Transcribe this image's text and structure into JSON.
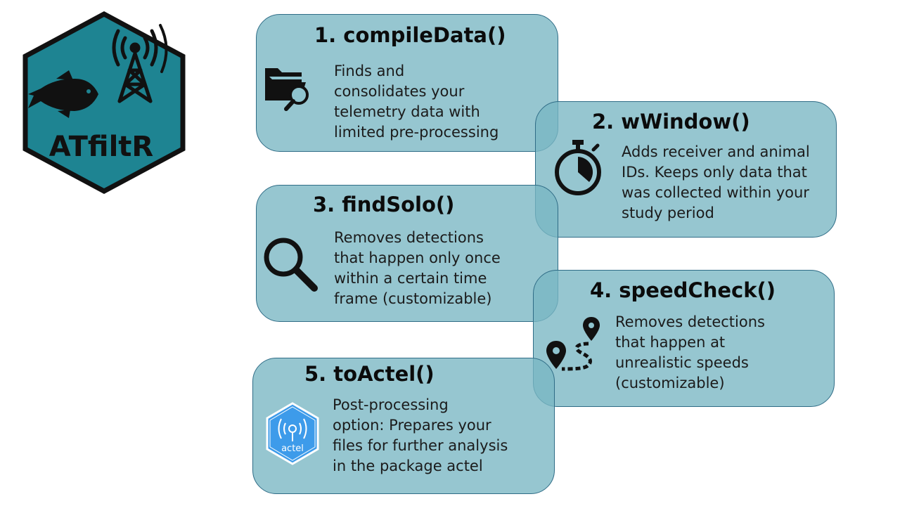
{
  "logo": {
    "name": "ATfiltR",
    "colors": {
      "fill": "#1e8492",
      "border": "#111111"
    }
  },
  "steps": [
    {
      "title": "1. compileData()",
      "icon": "folder-search-icon",
      "desc": [
        "Finds and",
        "consolidates your",
        "telemetry data with",
        "limited pre-processing"
      ]
    },
    {
      "title": "2. wWindow()",
      "icon": "stopwatch-icon",
      "desc": [
        "Adds receiver and animal",
        "IDs. Keeps only data that",
        "was collected within your",
        "study period"
      ]
    },
    {
      "title": "3. findSolo()",
      "icon": "magnifier-icon",
      "desc": [
        "Removes detections",
        "that happen only once",
        "within a certain time",
        "frame (customizable)"
      ]
    },
    {
      "title": "4. speedCheck()",
      "icon": "route-pins-icon",
      "desc": [
        "Removes detections",
        "that happen at",
        "unrealistic speeds",
        "(customizable)"
      ]
    },
    {
      "title": "5. toActel()",
      "icon": "actel-logo-icon",
      "icon_label": "actel",
      "desc": [
        "Post-processing",
        "option: Prepares your",
        "files for further analysis",
        "in the package actel"
      ]
    }
  ],
  "colors": {
    "card_fill": "#8fc4cf",
    "card_border": "#2f6c86",
    "actel_blue": "#3d9bea"
  }
}
